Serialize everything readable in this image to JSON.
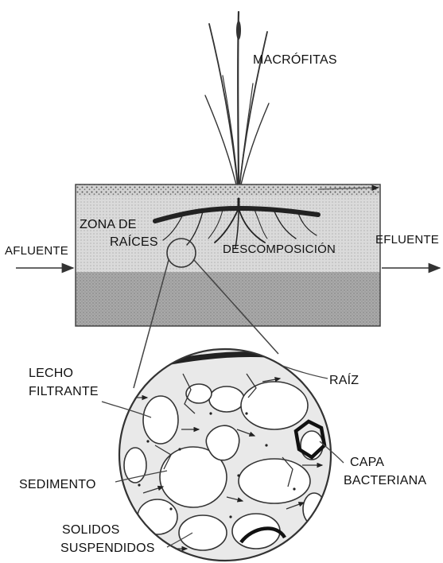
{
  "labels": {
    "macrofitas": "MACRÓFITAS",
    "zona_de": "ZONA DE",
    "raices": "RAÍCES",
    "afluente": "AFLUENTE",
    "descomposicion": "DESCOMPOSICIÓN",
    "efluente": "EFLUENTE",
    "lecho": "LECHO",
    "filtrante": "FILTRANTE",
    "raiz": "RAÍZ",
    "capa": "CAPA",
    "bacteriana": "BACTERIANA",
    "sedimento": "SEDIMENTO",
    "solidos": "SOLIDOS",
    "suspendidos": "SUSPENDIDOS"
  },
  "colors": {
    "ink": "#1a1a1a",
    "gravel_top": "#c9c9c9",
    "root_zone_layer": "#d8d8d8",
    "bed_layer": "#b3b3b3",
    "bottom_layer": "#8f8f8f",
    "grain_fill": "#ffffff"
  }
}
